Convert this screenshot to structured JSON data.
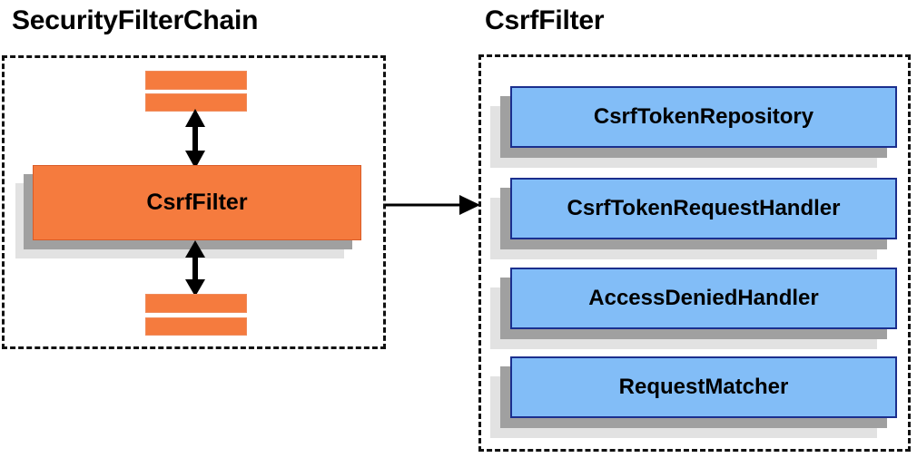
{
  "diagram": {
    "type": "component-relationship-diagram",
    "background_color": "#ffffff",
    "palette": {
      "orange_fill": "#f57b3e",
      "orange_border": "#d95b26",
      "blue_fill": "#82bdf7",
      "blue_border": "#1b2f8e",
      "shadow_near": "#a0a0a0",
      "shadow_far": "#e2e2e2",
      "dashed_border": "#111111",
      "text_color": "#000000"
    }
  },
  "panels": {
    "left": {
      "title": "SecurityFilterChain",
      "filters": {
        "above": [
          "filter-bar-1",
          "filter-bar-2"
        ],
        "highlighted": {
          "label": "CsrfFilter"
        },
        "below": [
          "filter-bar-3",
          "filter-bar-4"
        ]
      }
    },
    "right": {
      "title": "CsrfFilter",
      "collaborators": [
        {
          "label": "CsrfTokenRepository"
        },
        {
          "label": "CsrfTokenRequestHandler"
        },
        {
          "label": "AccessDeniedHandler"
        },
        {
          "label": "RequestMatcher"
        }
      ]
    }
  },
  "connectors": {
    "chain_up": {
      "style": "double-headed-vertical-arrow"
    },
    "chain_down": {
      "style": "double-headed-vertical-arrow"
    },
    "expand": {
      "style": "single-headed-horizontal-arrow"
    }
  }
}
